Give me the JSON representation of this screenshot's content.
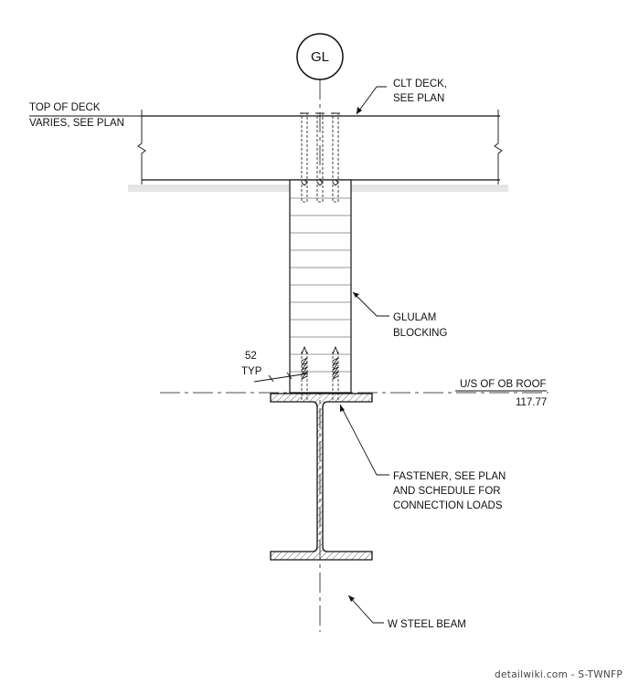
{
  "grid_bubble": {
    "label": "GL"
  },
  "annotations": {
    "top_of_deck": [
      "TOP OF DECK",
      "VARIES, SEE PLAN"
    ],
    "clt_deck": [
      "CLT DECK,",
      "SEE PLAN"
    ],
    "glulam": [
      "GLULAM",
      "BLOCKING"
    ],
    "spacing": [
      "52",
      "TYP"
    ],
    "us_roof": "U/S OF OB ROOF",
    "elevation": "117.77",
    "fastener": [
      "FASTENER, SEE PLAN",
      "AND SCHEDULE FOR",
      "CONNECTION LOADS"
    ],
    "steel_beam": "W STEEL BEAM"
  },
  "watermark": "detailwiki.com - S-TWNFP"
}
